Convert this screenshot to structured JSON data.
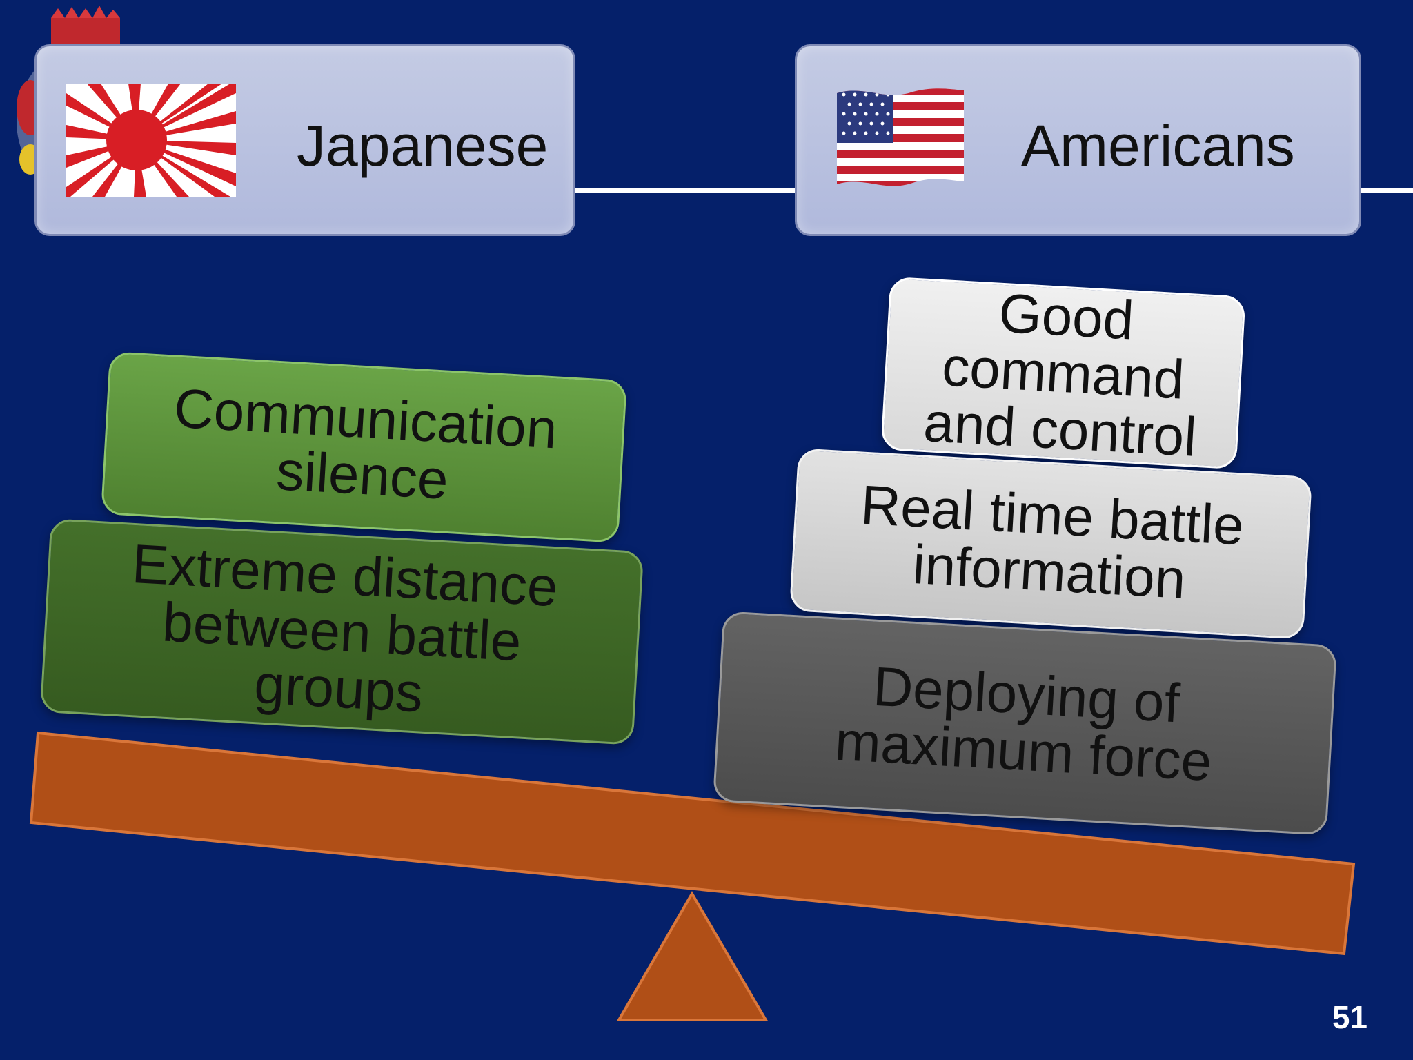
{
  "headers": {
    "left": {
      "label": "Japanese",
      "flag_icon": "rising-sun-flag-icon"
    },
    "right": {
      "label": "Americans",
      "flag_icon": "us-flag-icon"
    }
  },
  "japanese_factors": [
    {
      "text": "Communication\nsilence"
    },
    {
      "text": "Extreme distance\nbetween battle\ngroups"
    }
  ],
  "american_factors": [
    {
      "text": "Good\ncommand\nand control"
    },
    {
      "text": "Real time battle\ninformation"
    },
    {
      "text": "Deploying of\nmaximum force"
    }
  ],
  "page_number": "51",
  "colors": {
    "background": "#05206a",
    "beam": "#b04f17",
    "fulcrum": "#b04f17",
    "header_box": "#b8c0e0",
    "green_light": "#5b8f3a",
    "green_dark": "#3d6424",
    "gray_light": "#e4e4e4",
    "gray_mid": "#d2d2d2",
    "gray_dark": "#575757"
  }
}
